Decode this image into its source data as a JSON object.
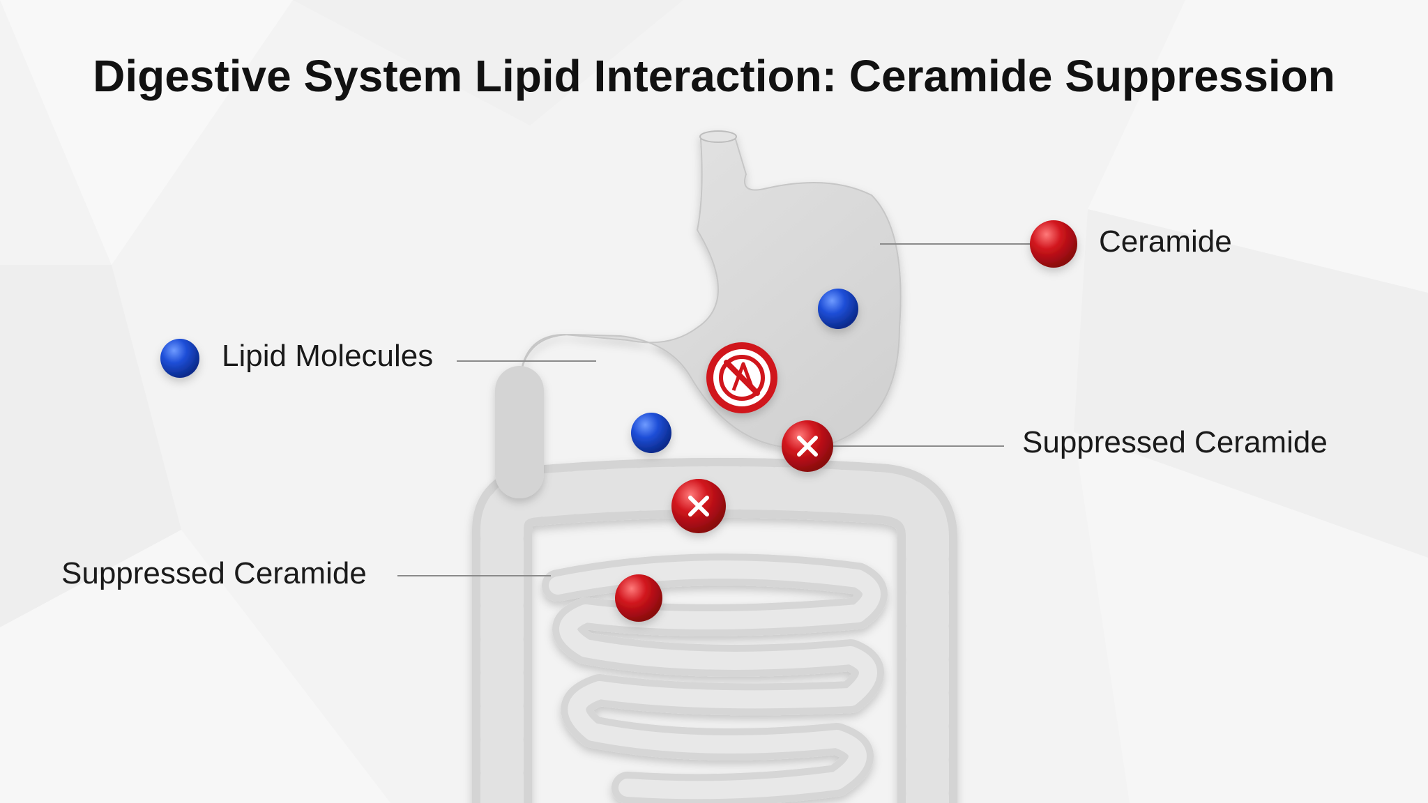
{
  "title": "Digestive System Lipid Interaction: Ceramide Suppression",
  "labels": {
    "lipid": "Lipid Molecules",
    "ceramide": "Ceramide",
    "suppressed_right": "Suppressed Ceramide",
    "suppressed_left": "Suppressed Ceramide"
  },
  "colors": {
    "lipid_blue": "#1f4fd8",
    "ceramide_red": "#d0141c",
    "organ_gray": "#d9d9d9",
    "background": "#f3f3f3"
  },
  "icons": {
    "lipid": "blue-sphere-icon",
    "ceramide": "red-sphere-icon",
    "suppressed": "red-x-sphere-icon",
    "prohibited": "prohibited-sign-icon"
  }
}
